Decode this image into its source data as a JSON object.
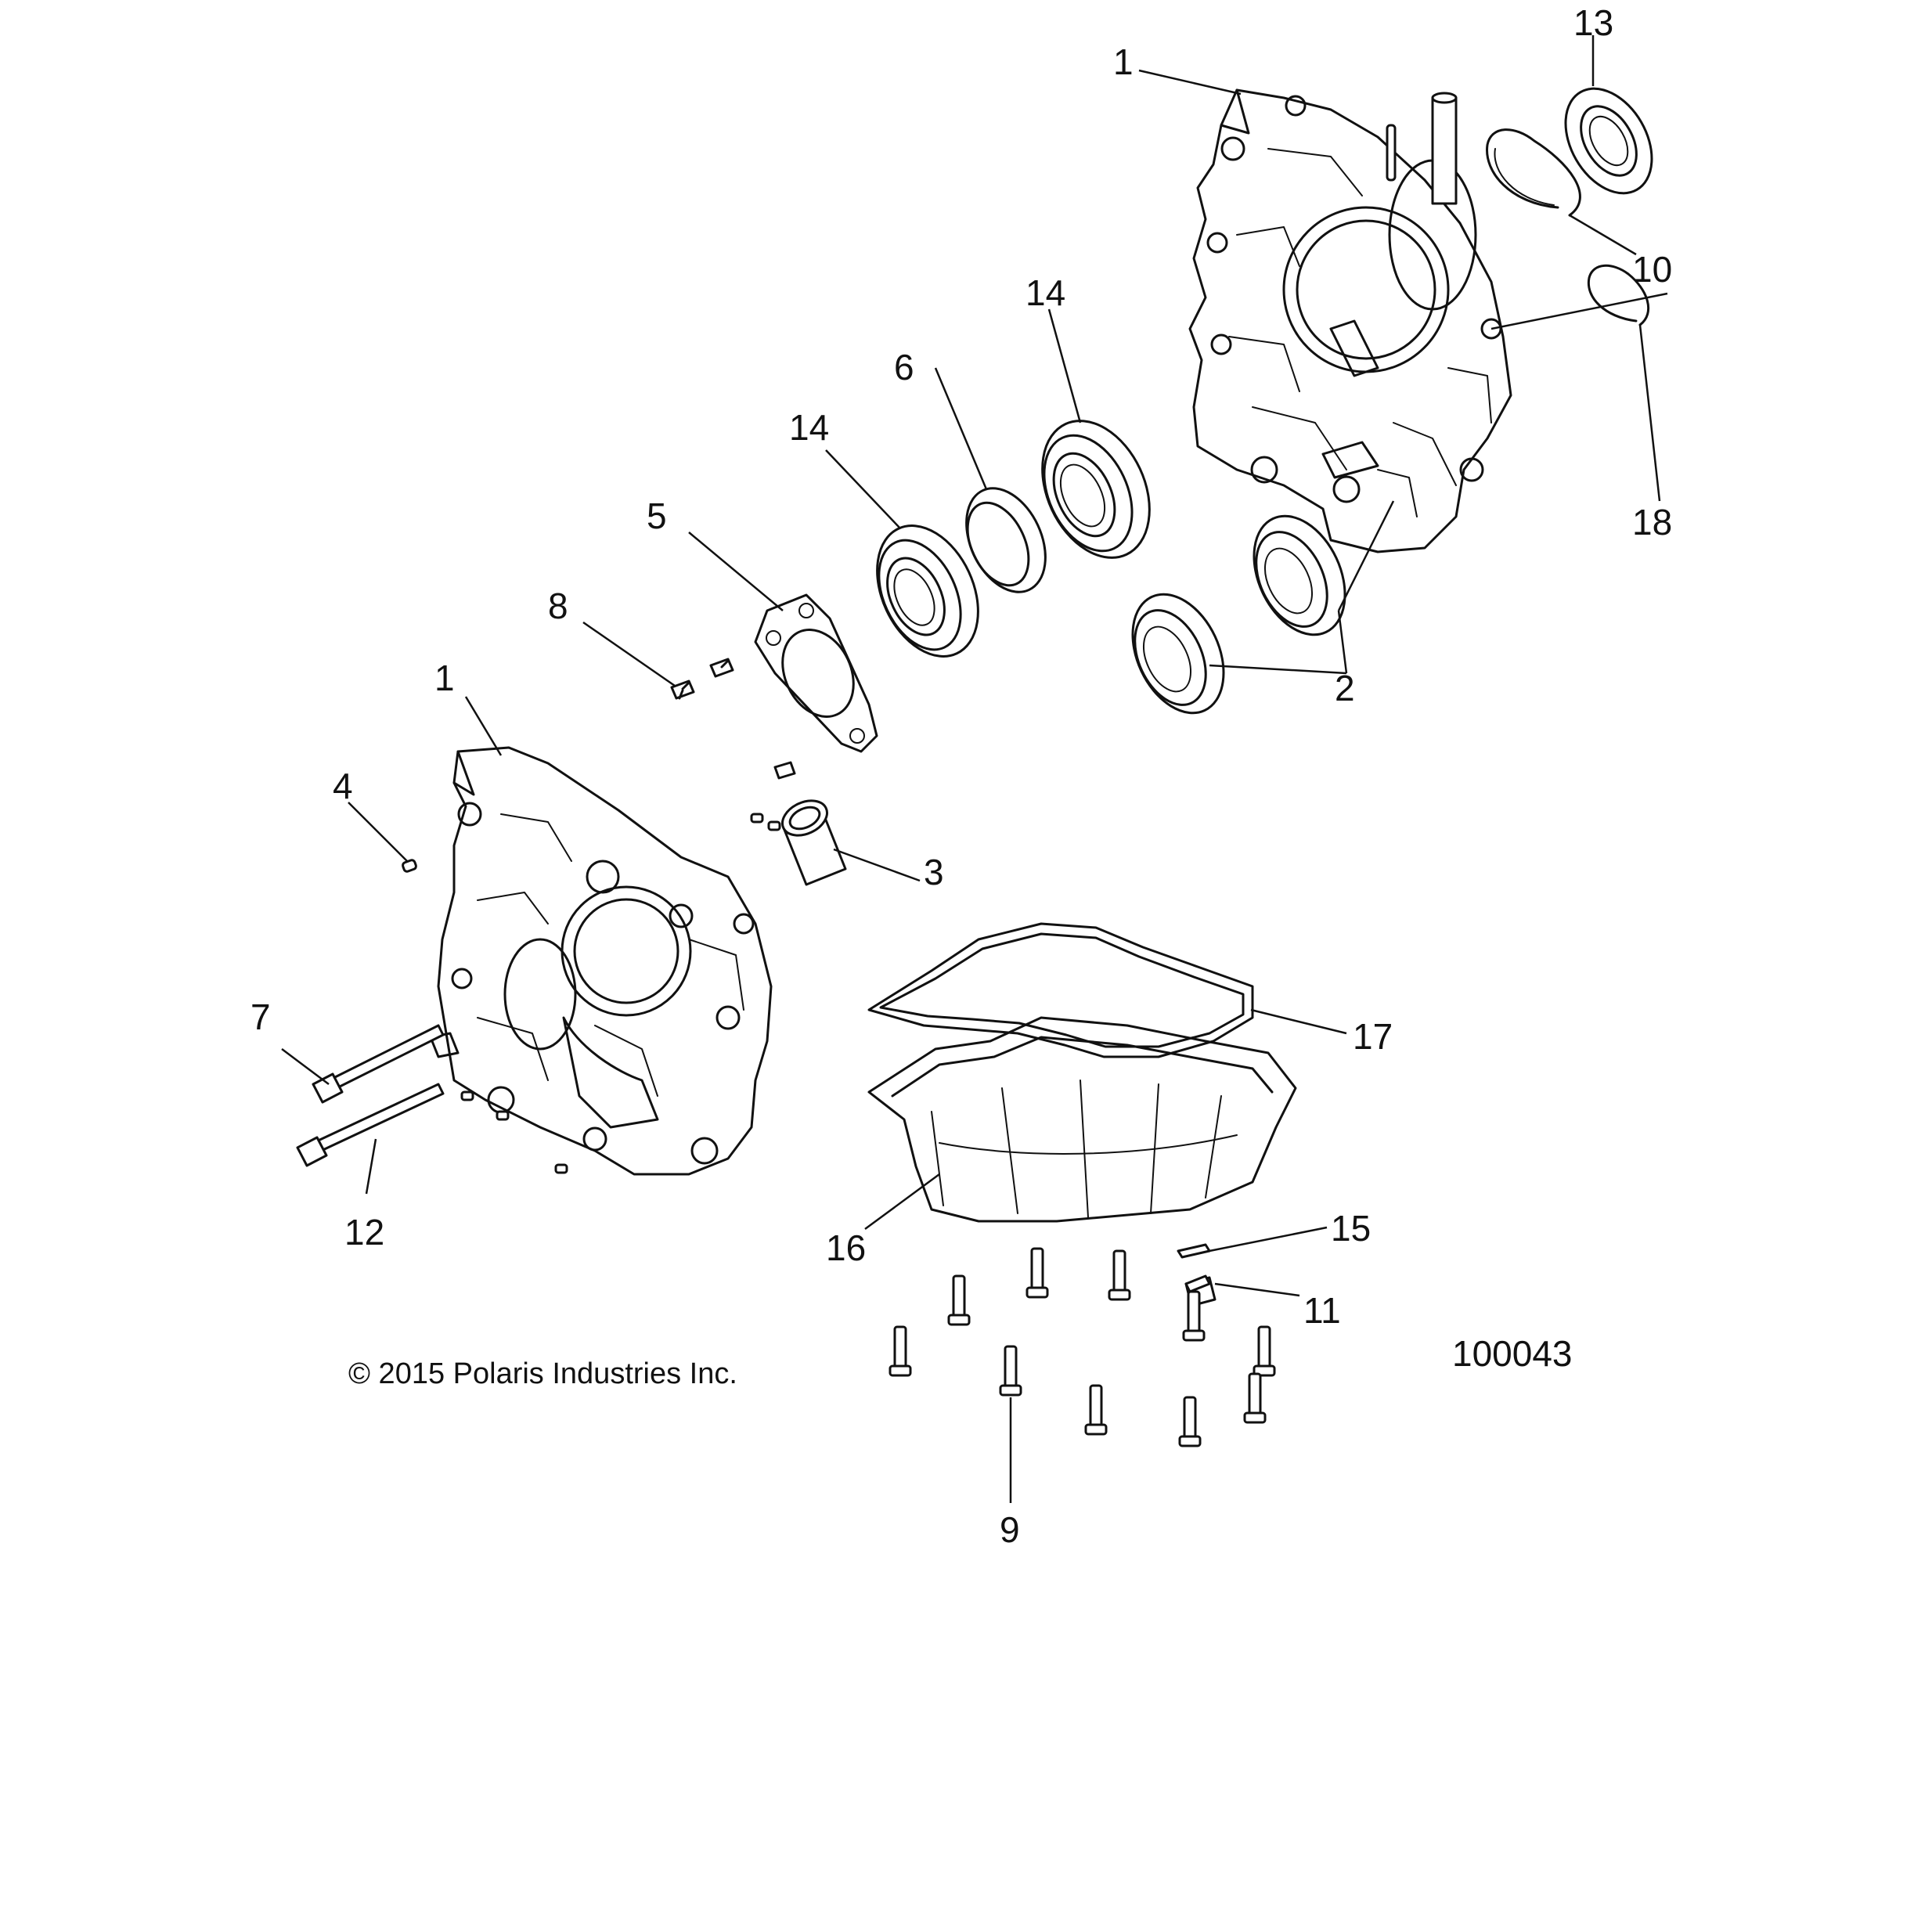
{
  "callouts": {
    "c1a": "1",
    "c13": "13",
    "c10": "10",
    "c14a": "14",
    "c6": "6",
    "c14b": "14",
    "c5": "5",
    "c8": "8",
    "c1b": "1",
    "c18": "18",
    "c2": "2",
    "c4": "4",
    "c3": "3",
    "c7": "7",
    "c17": "17",
    "c12": "12",
    "c16": "16",
    "c15": "15",
    "c11": "11",
    "c9": "9"
  },
  "footer": {
    "copyright": "© 2015 Polaris Industries Inc.",
    "drawing_number": "100043"
  }
}
